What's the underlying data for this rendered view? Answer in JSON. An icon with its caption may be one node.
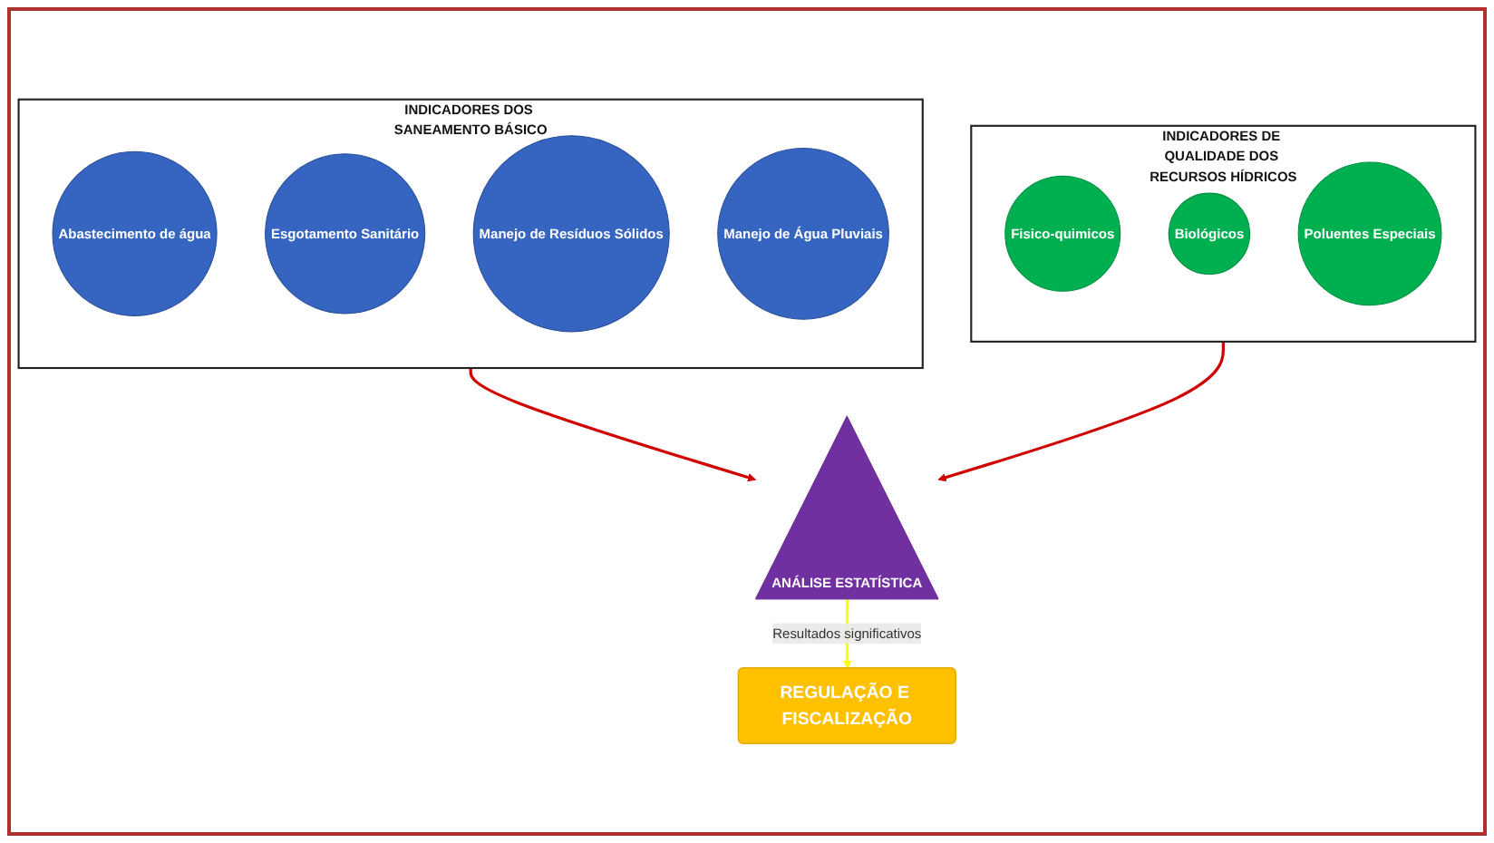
{
  "diagram": {
    "nodes": [
      {
        "text": [
          "INDICADORES DOS SANEAMENTO BÁSICO"
        ]
      },
      {
        "text": [
          "Abastecimento de água"
        ],
        "in": 0
      },
      {
        "text": [
          "Esgotamento Sanitário"
        ],
        "in": 0
      },
      {
        "text": [
          "Manejo de Resíduos Sólidos"
        ],
        "in": 0
      },
      {
        "text": [
          "Manejo de Água Pluviais"
        ],
        "in": 0
      },
      {
        "text": [
          "ANÁLISE ESTATÍSTICA"
        ]
      },
      {
        "text": [
          "INDICADORES DE QUALIDADE DOS RECURSOS HÍDRICOS"
        ]
      },
      {
        "text": [
          "Fisico-quimicos"
        ],
        "in": 6
      },
      {
        "text": [
          "Biológicos"
        ],
        "in": 6
      },
      {
        "text": [
          "Poluentes Especiais"
        ],
        "in": 6
      },
      {
        "text": [
          "REGULAÇÃO E FISCALIZAÇÃO"
        ]
      }
    ],
    "edges": [
      {
        "from": 0,
        "to": 5,
        "arrow": "to",
        "color": "#d00000"
      },
      {
        "from": 6,
        "to": 5,
        "arrow": "to",
        "color": "#d00000"
      },
      {
        "from": 5,
        "to": 10,
        "arrow": "to",
        "label": "Resultados significativos",
        "color": "#ffff00"
      }
    ]
  }
}
